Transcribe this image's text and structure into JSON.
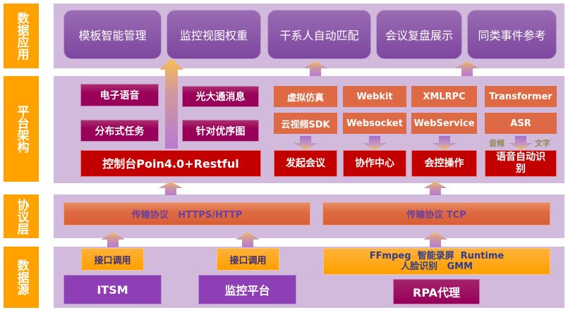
{
  "layers": [
    {
      "id": "data-app",
      "label": "数据应用"
    },
    {
      "id": "platform",
      "label": "平台架构"
    },
    {
      "id": "protocol",
      "label": "协议层"
    },
    {
      "id": "data-source",
      "label": "数据源"
    }
  ],
  "data_app": {
    "items": [
      "模板智能管理",
      "监控视图权重",
      "干系人自动匹配",
      "会议复盘展示",
      "同类事件参考"
    ]
  },
  "platform": {
    "left_modules": [
      "电子语音",
      "光大通消息",
      "分布式任务",
      "针对优序图"
    ],
    "console": "控制台Poin4.0+Restful",
    "tech_row1": [
      "虚拟仿真",
      "Webkit",
      "XMLRPC",
      "Transformer"
    ],
    "tech_row2": [
      "云视频SDK",
      "Websocket",
      "WebService",
      "ASR"
    ],
    "functions": [
      "发起会议",
      "协作中心",
      "会控操作",
      "语音自动识别"
    ],
    "asr_input_note": "音频",
    "asr_output_note": "文字"
  },
  "protocol": {
    "left": "传输协议   HTTPS/HTTP",
    "right": "传输协议 TCP"
  },
  "data_source": {
    "interface_label": "接口调用",
    "sources": [
      "ITSM",
      "监控平台",
      "RPA代理"
    ],
    "rpa_tech_line1": "FFmpeg  智能录屏  Runtime",
    "rpa_tech_line2": "人脸识别   GMM"
  },
  "colors": {
    "layer_label": "#FFA200",
    "panel": "#D2BADC",
    "app_button": "#8A58A8",
    "module_magenta": "#98005A",
    "function_red": "#C20000",
    "tech_orange": "#DD6A45",
    "interface_orange": "#FFA500",
    "source_purple": "#8E3FB5"
  }
}
